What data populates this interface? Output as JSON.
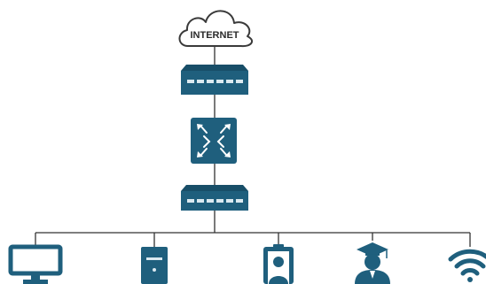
{
  "diagram": {
    "cloud_label": "INTERNET",
    "nodes": [
      {
        "id": "internet",
        "icon": "cloud-icon"
      },
      {
        "id": "top-switch",
        "icon": "switch-icon"
      },
      {
        "id": "firewall",
        "icon": "router-icon"
      },
      {
        "id": "bottom-switch",
        "icon": "switch-icon"
      },
      {
        "id": "monitor",
        "icon": "monitor-icon"
      },
      {
        "id": "server",
        "icon": "server-icon"
      },
      {
        "id": "user-badge",
        "icon": "user-badge-icon"
      },
      {
        "id": "graduate",
        "icon": "graduate-icon"
      },
      {
        "id": "wifi",
        "icon": "wifi-icon"
      }
    ],
    "colors": {
      "device": "#1f5f7d",
      "device_dark": "#184e68",
      "port": "#dbe9f0",
      "line": "#333333",
      "cloud_stroke": "#3a3a3a"
    }
  }
}
